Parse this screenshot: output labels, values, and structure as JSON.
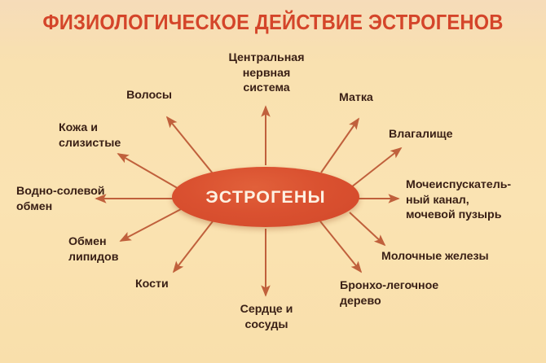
{
  "title": "ФИЗИОЛОГИЧЕСКОЕ ДЕЙСТВИЕ ЭСТРОГЕНОВ",
  "hub": {
    "label": "ЭСТРОГЕНЫ"
  },
  "colors": {
    "background": "#f8dfae",
    "title_text": "#d4452a",
    "hub_fill": "#d9502e",
    "hub_text": "#fdf1e2",
    "arrow": "#c0603c",
    "label_text": "#3a2016"
  },
  "nodes": [
    {
      "id": "cns",
      "label": "Центральная\nнервная\nсистема"
    },
    {
      "id": "hair",
      "label": "Волосы"
    },
    {
      "id": "skin",
      "label": "Кожа и\nслизистые"
    },
    {
      "id": "water",
      "label": "Водно-солевой\nобмен"
    },
    {
      "id": "lipids",
      "label": "Обмен\nлипидов"
    },
    {
      "id": "bones",
      "label": "Кости"
    },
    {
      "id": "heart",
      "label": "Сердце и\nсосуды"
    },
    {
      "id": "lungs",
      "label": "Бронхо-легочное\nдерево"
    },
    {
      "id": "breast",
      "label": "Молочные железы"
    },
    {
      "id": "urinary",
      "label": "Мочеиспускатель-\nный канал,\nмочевой пузырь"
    },
    {
      "id": "vagina",
      "label": "Влагалище"
    },
    {
      "id": "uterus",
      "label": "Матка"
    }
  ]
}
